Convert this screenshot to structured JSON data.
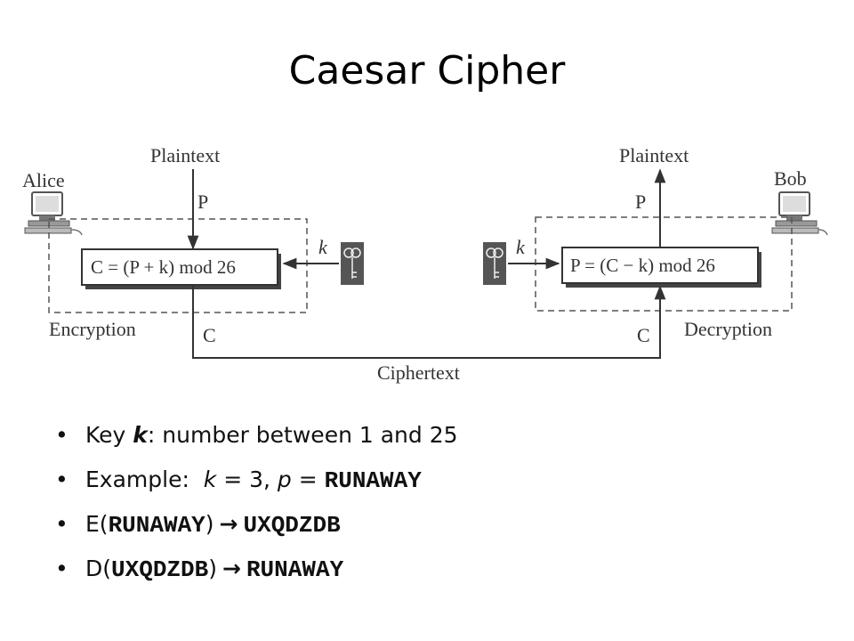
{
  "title": "Caesar Cipher",
  "diagram": {
    "alice_label": "Alice",
    "bob_label": "Bob",
    "plaintext_in": "Plaintext",
    "plaintext_out": "Plaintext",
    "p_in": "P",
    "p_out": "P",
    "k_left": "k",
    "k_right": "k",
    "encrypt_formula": "C = (P + k) mod 26",
    "decrypt_formula": "P = (C − k) mod 26",
    "encryption_label": "Encryption",
    "decryption_label": "Decryption",
    "c_left": "C",
    "c_right": "C",
    "ciphertext_label": "Ciphertext"
  },
  "bullets": {
    "b1": {
      "prefix": "Key ",
      "k": "k",
      "rest": ": number between 1 and 25"
    },
    "b2": {
      "prefix": "Example:  ",
      "k": "k",
      "mid": " = 3, ",
      "p": "p",
      "eq": " = ",
      "word": "RUNAWAY"
    },
    "b3": {
      "fn": "E(",
      "arg": "RUNAWAY",
      "close": ")",
      "arrow": "→",
      "result": "UXQDZDB"
    },
    "b4": {
      "fn": "D(",
      "arg": "UXQDZDB",
      "close": ")",
      "arrow": "→",
      "result": "RUNAWAY"
    }
  }
}
